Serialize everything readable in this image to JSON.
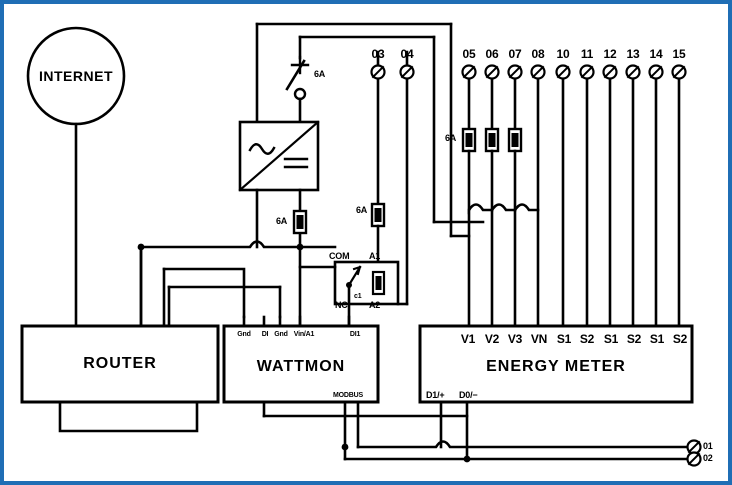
{
  "meta": {
    "title": "WattMon / Energy Meter wiring diagram",
    "border_color": "#1f6eb5",
    "line_color": "#000000",
    "background": "#ffffff"
  },
  "nodes": {
    "internet": {
      "label": "INTERNET",
      "shape": "circle"
    },
    "router": {
      "label": "ROUTER",
      "shape": "rect"
    },
    "wattmon": {
      "label": "WATTMON",
      "shape": "rect",
      "bus_label": "MODBUS",
      "terminals": [
        "Gnd",
        "DI",
        "Gnd",
        "Vin/A1",
        "DI1"
      ]
    },
    "energy_meter": {
      "label": "ENERGY  METER",
      "shape": "rect",
      "terminals": [
        "V1",
        "V2",
        "V3",
        "VN",
        "S1",
        "S2",
        "S1",
        "S2",
        "S1",
        "S2"
      ],
      "bus_terminals": [
        "D1/+",
        "D0/−"
      ]
    },
    "converter": {
      "symbol": "ac-dc-converter",
      "input": "~",
      "output": "="
    },
    "relay": {
      "com": "COM",
      "nc": "NC",
      "a1": "A1",
      "a2": "A2",
      "coil_tag": "c1"
    }
  },
  "terminals_top": [
    {
      "id": "03",
      "label": "03"
    },
    {
      "id": "04",
      "label": "04"
    },
    {
      "id": "05",
      "label": "05"
    },
    {
      "id": "06",
      "label": "06"
    },
    {
      "id": "07",
      "label": "07"
    },
    {
      "id": "08",
      "label": "08"
    },
    {
      "id": "10",
      "label": "10"
    },
    {
      "id": "11",
      "label": "11"
    },
    {
      "id": "12",
      "label": "12"
    },
    {
      "id": "13",
      "label": "13"
    },
    {
      "id": "14",
      "label": "14"
    },
    {
      "id": "15",
      "label": "15"
    }
  ],
  "terminals_right": [
    {
      "id": "01",
      "label": "01"
    },
    {
      "id": "02",
      "label": "02"
    }
  ],
  "fuses": [
    {
      "id": "switch-6a",
      "label": "6A",
      "kind": "disconnect-switch"
    },
    {
      "id": "fuse-converter-6a",
      "label": "6A",
      "kind": "fuse"
    },
    {
      "id": "fuse-relay-6a",
      "label": "6A",
      "kind": "fuse"
    },
    {
      "id": "fuse-ct-6a",
      "label": "6A",
      "kind": "fuse"
    },
    {
      "id": "fuse-06",
      "label": "",
      "kind": "fuse"
    },
    {
      "id": "fuse-07",
      "label": "",
      "kind": "fuse"
    }
  ]
}
